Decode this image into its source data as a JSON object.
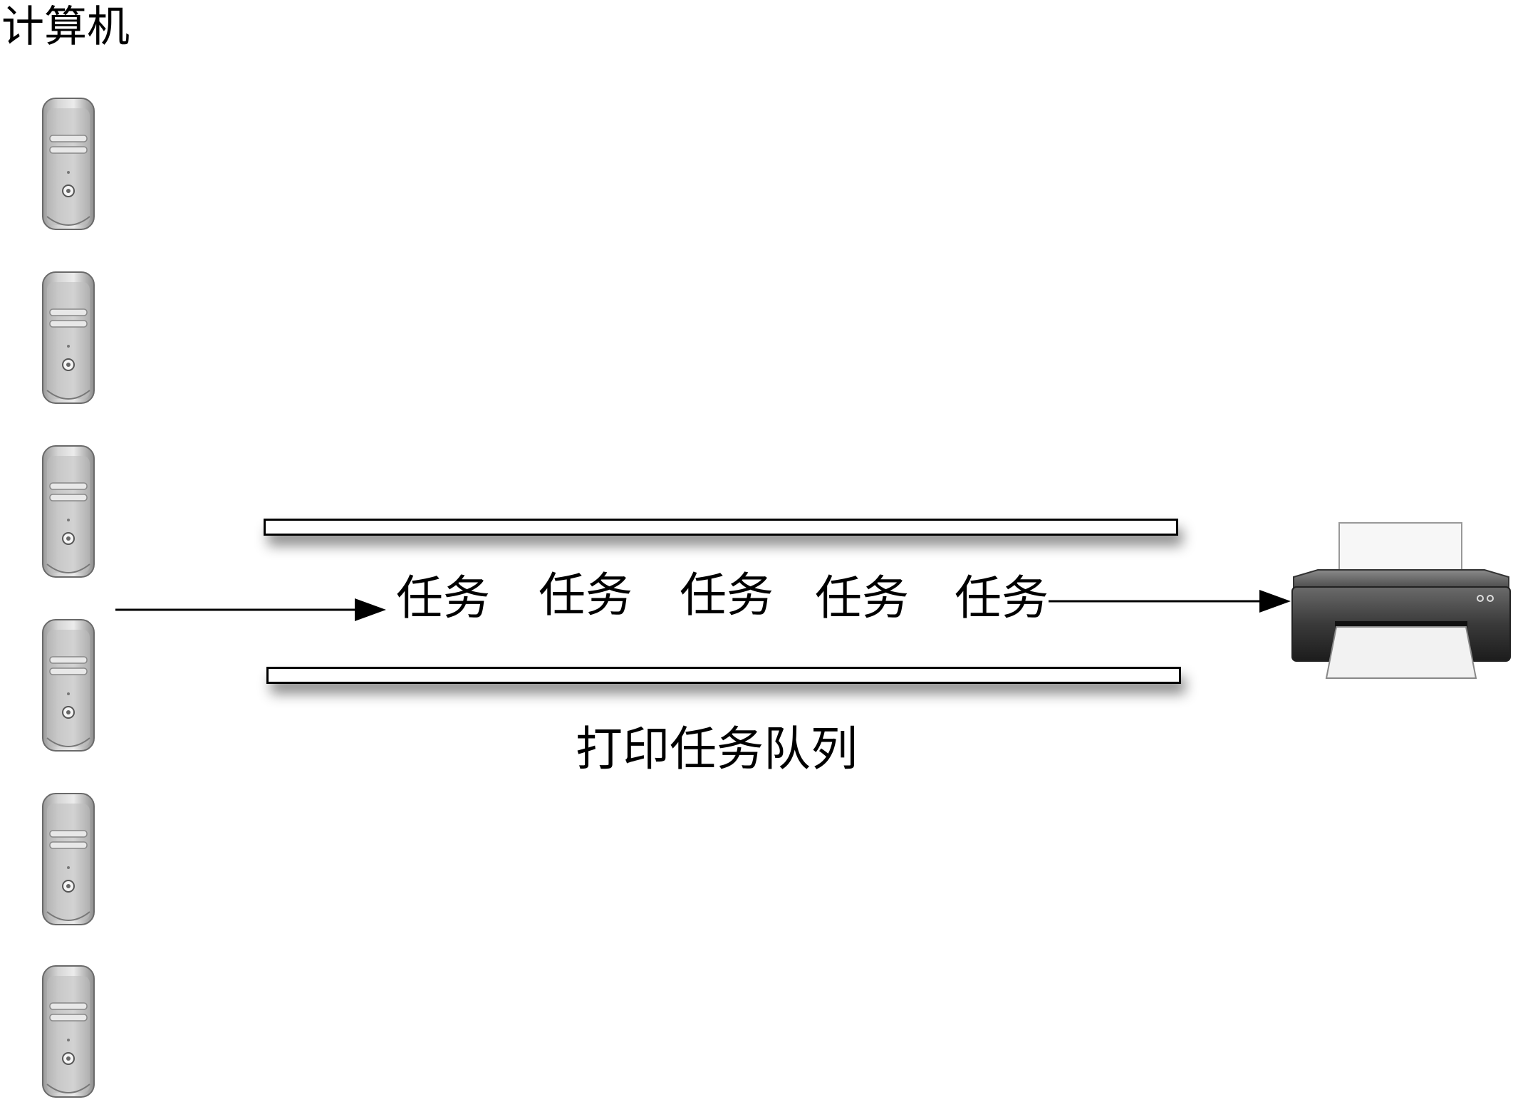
{
  "diagram": {
    "title": "计算机",
    "computers": [
      {
        "icon": "computer-tower-icon"
      },
      {
        "icon": "computer-tower-icon"
      },
      {
        "icon": "computer-tower-icon"
      },
      {
        "icon": "computer-tower-icon"
      },
      {
        "icon": "computer-tower-icon"
      },
      {
        "icon": "computer-tower-icon"
      }
    ],
    "tasks": [
      "任务",
      "任务",
      "任务",
      "任务",
      "任务"
    ],
    "queue_label": "打印任务队列",
    "printer": {
      "icon": "printer-icon"
    }
  }
}
